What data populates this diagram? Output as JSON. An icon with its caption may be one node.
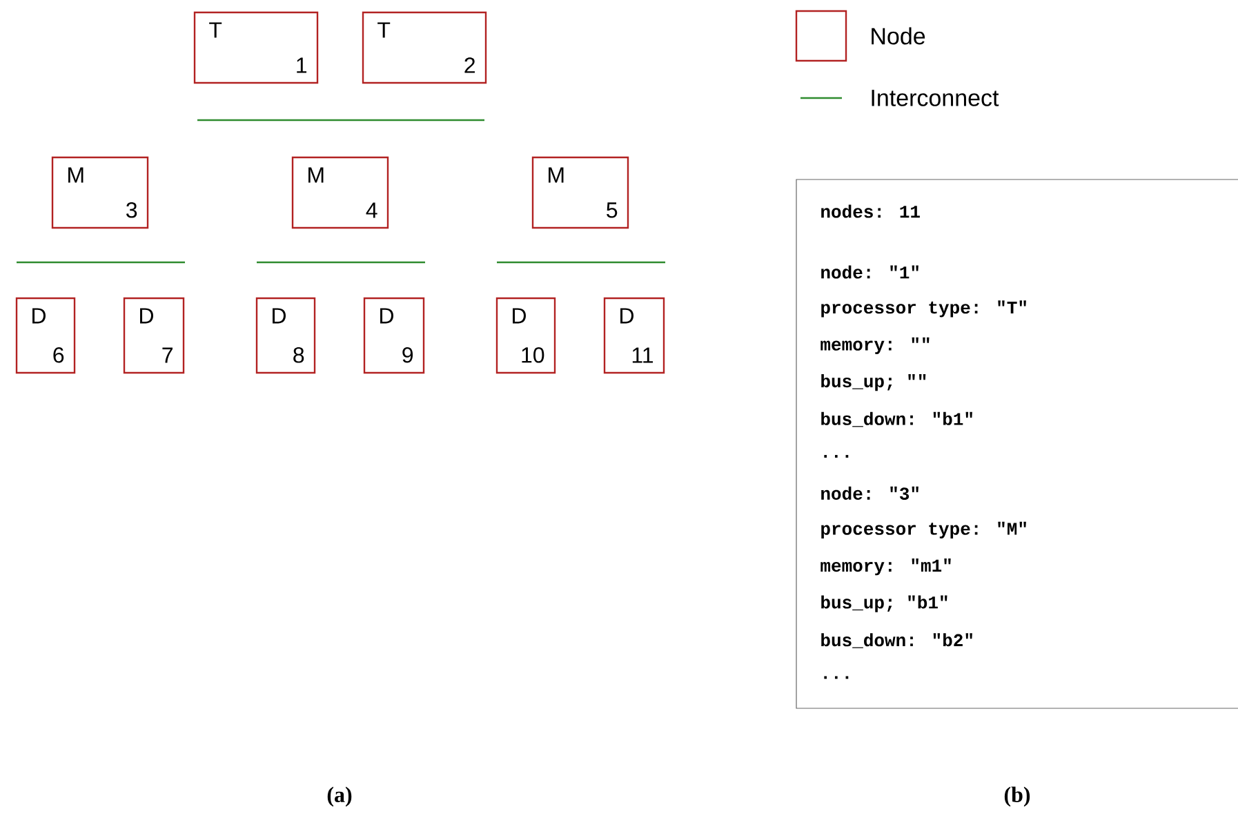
{
  "diagram": {
    "nodes": [
      {
        "text": [
          "T",
          "1"
        ]
      },
      {
        "text": [
          "T",
          "2"
        ]
      },
      {
        "text": [
          "M",
          "3"
        ]
      },
      {
        "text": [
          "M",
          "4"
        ]
      },
      {
        "text": [
          "M",
          "5"
        ]
      },
      {
        "text": [
          "D",
          "6"
        ]
      },
      {
        "text": [
          "D",
          "7"
        ]
      },
      {
        "text": [
          "D",
          "8"
        ]
      },
      {
        "text": [
          "D",
          "9"
        ]
      },
      {
        "text": [
          "D",
          "10"
        ]
      },
      {
        "text": [
          "D",
          "11"
        ]
      },
      {
        "text": [
          "nodes: 11",
          "node: \"1\"",
          "processor type: \"T\"",
          "memory: \"\"",
          "bus_up; \"\"",
          "bus_down: \"b1\"",
          "...",
          "node: \"3\"",
          "processor type: \"M\"",
          "memory: \"m1\"",
          "bus_up; \"b1\"",
          "bus_down: \"b2\"",
          "..."
        ]
      }
    ],
    "edges": [],
    "labels": [
      "(a)",
      "(b)"
    ],
    "legend": [
      {
        "text": "Node"
      },
      {
        "text": "Interconnect"
      }
    ]
  }
}
